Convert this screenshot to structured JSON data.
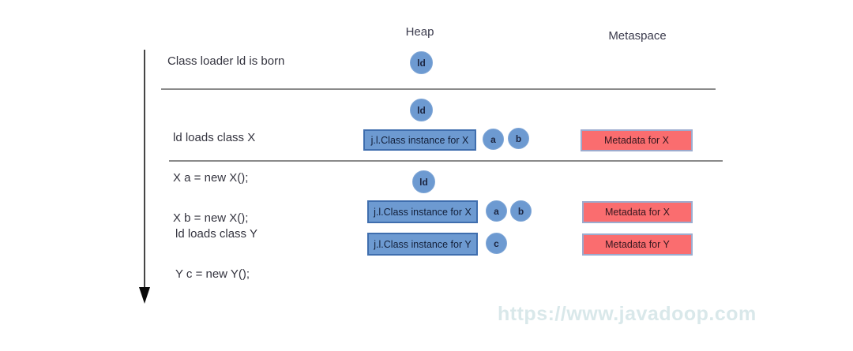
{
  "headers": {
    "heap": "Heap",
    "metaspace": "Metaspace"
  },
  "row1": {
    "label": "Class loader ld is born",
    "loader": "ld"
  },
  "row2": {
    "labels": [
      "ld loads class X",
      "X a = new X();",
      "X b = new X();"
    ],
    "loader": "ld",
    "class_box_x": "j.l.Class instance for X",
    "obj_a": "a",
    "obj_b": "b",
    "meta_x": "Metadata for X"
  },
  "row3": {
    "labels": [
      "ld loads class Y",
      "Y c = new Y();"
    ],
    "loader": "ld",
    "class_box_x": "j.l.Class instance for X",
    "class_box_y": "j.l.Class instance for Y",
    "obj_a": "a",
    "obj_b": "b",
    "obj_c": "c",
    "meta_x": "Metadata for X",
    "meta_y": "Metadata for Y"
  },
  "watermark": "https://www.javadoop.com",
  "colors": {
    "object_blue": "#6d9ad1",
    "circle_edge": "#7fa6d6",
    "class_box_border": "#3f6eae",
    "metadata_red": "#fa6d6f",
    "meta_box_border": "#9cabce",
    "watermark": "#d9e8ea"
  }
}
